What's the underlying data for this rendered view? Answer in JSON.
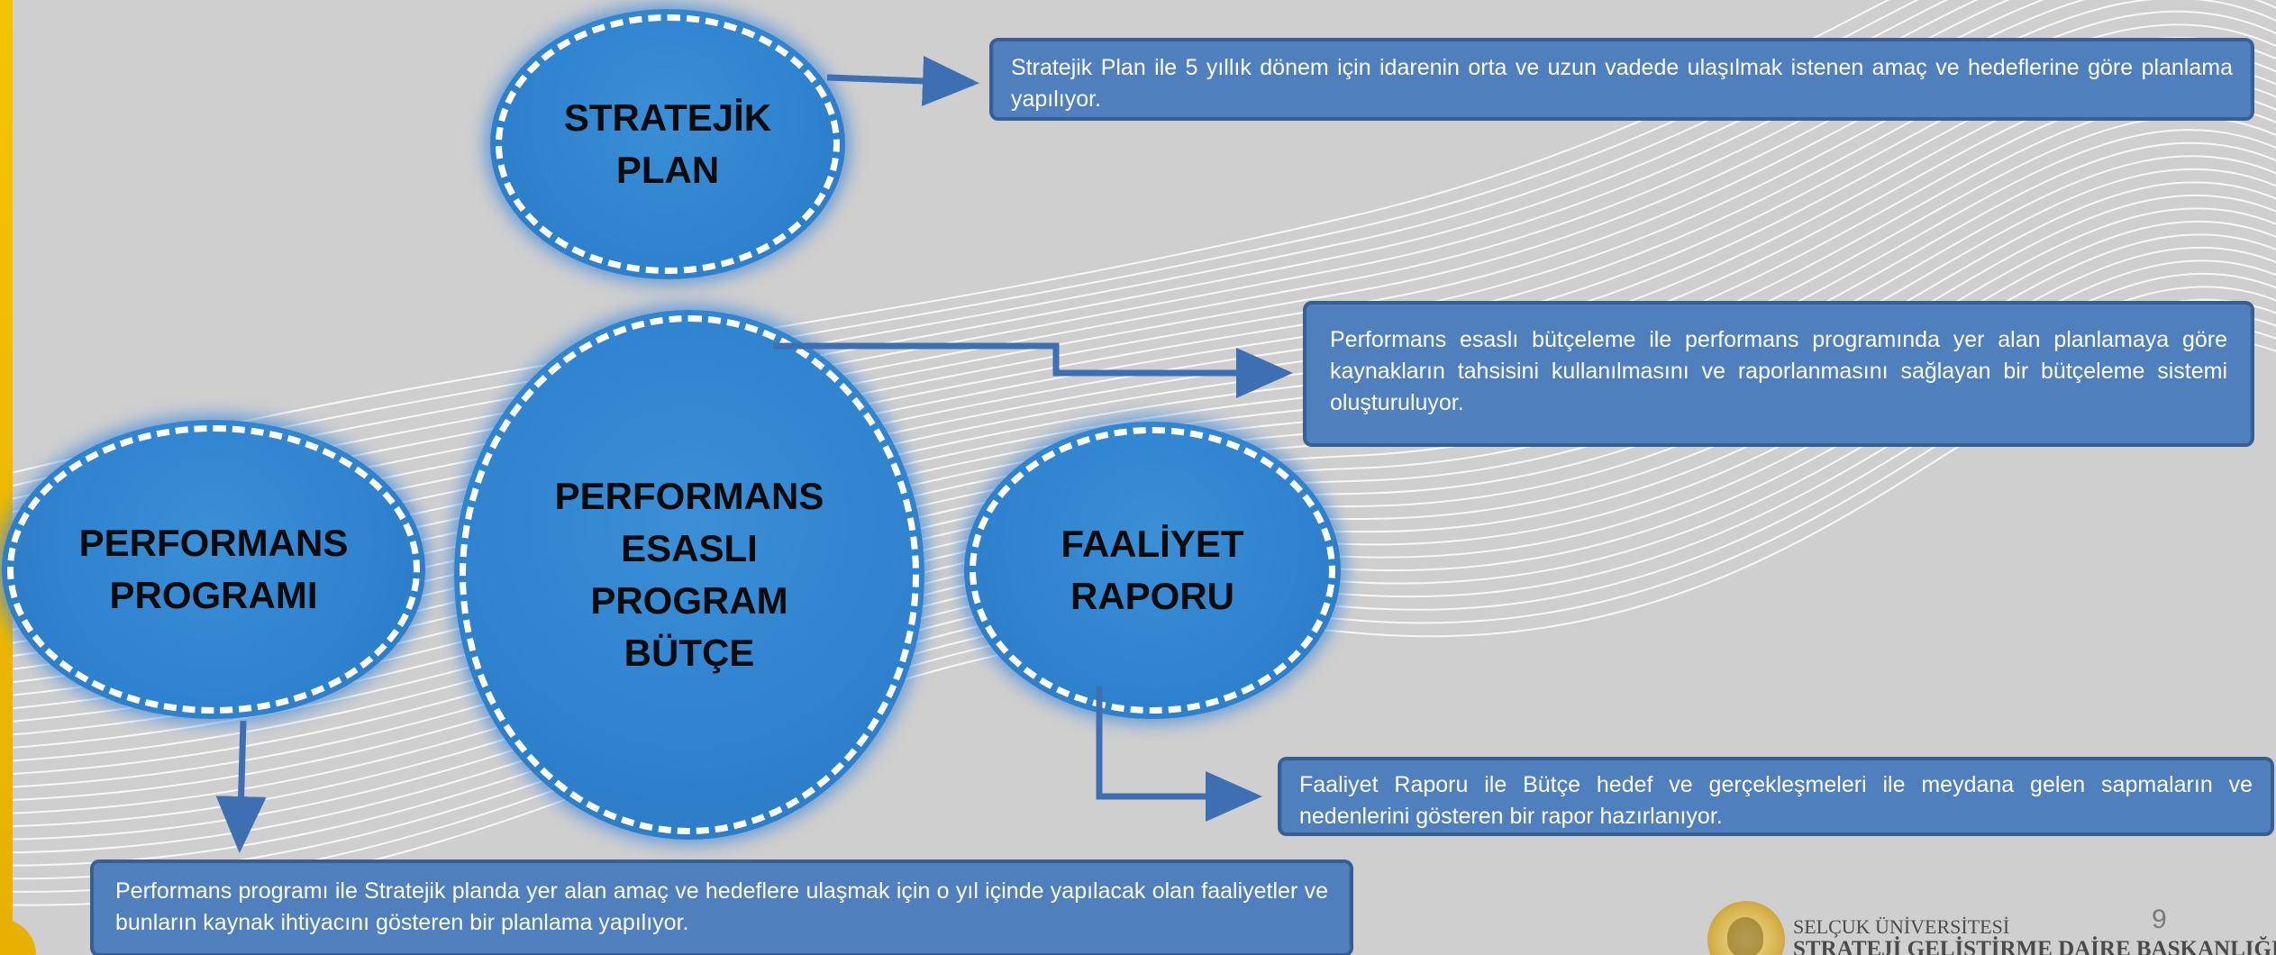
{
  "circles": {
    "strategic_plan": "STRATEJİK\nPLAN",
    "performance_budget": "PERFORMANS\nESASLI\nPROGRAM\nBÜTÇE",
    "performance_program": "PERFORMANS\nPROGRAMI",
    "activity_report": "FAALİYET\nRAPORU"
  },
  "notes": {
    "strategic_plan": "Stratejik Plan ile 5 yıllık dönem için idarenin orta ve uzun vadede ulaşılmak istenen amaç ve hedeflerine göre planlama yapılıyor.",
    "performance_budget": "Performans esaslı bütçeleme ile performans programında yer alan planlamaya göre kaynakların tahsisini kullanılmasını ve raporlanmasını sağlayan bir bütçeleme sistemi oluşturuluyor.",
    "activity_report": "Faaliyet Raporu ile Bütçe hedef ve gerçekleşmeleri ile meydana gelen sapmaların ve nedenlerini gösteren bir rapor hazırlanıyor.",
    "performance_program": "Performans programı ile Stratejik planda yer alan amaç ve hedeflere ulaşmak için o yıl içinde yapılacak olan faaliyetler ve bunların kaynak ihtiyacını gösteren bir planlama yapılıyor."
  },
  "footer": {
    "university": "SELÇUK ÜNİVERSİTESİ",
    "department": "STRATEJİ GELİŞTİRME DAİRE BAŞKANLIĞI",
    "page_number": "9"
  },
  "colors": {
    "circle_fill": "#2f82cf",
    "note_fill": "#4f80bd",
    "note_border": "#375f93",
    "arrow": "#3f6fb3",
    "accent_bar": "#f5c400"
  }
}
